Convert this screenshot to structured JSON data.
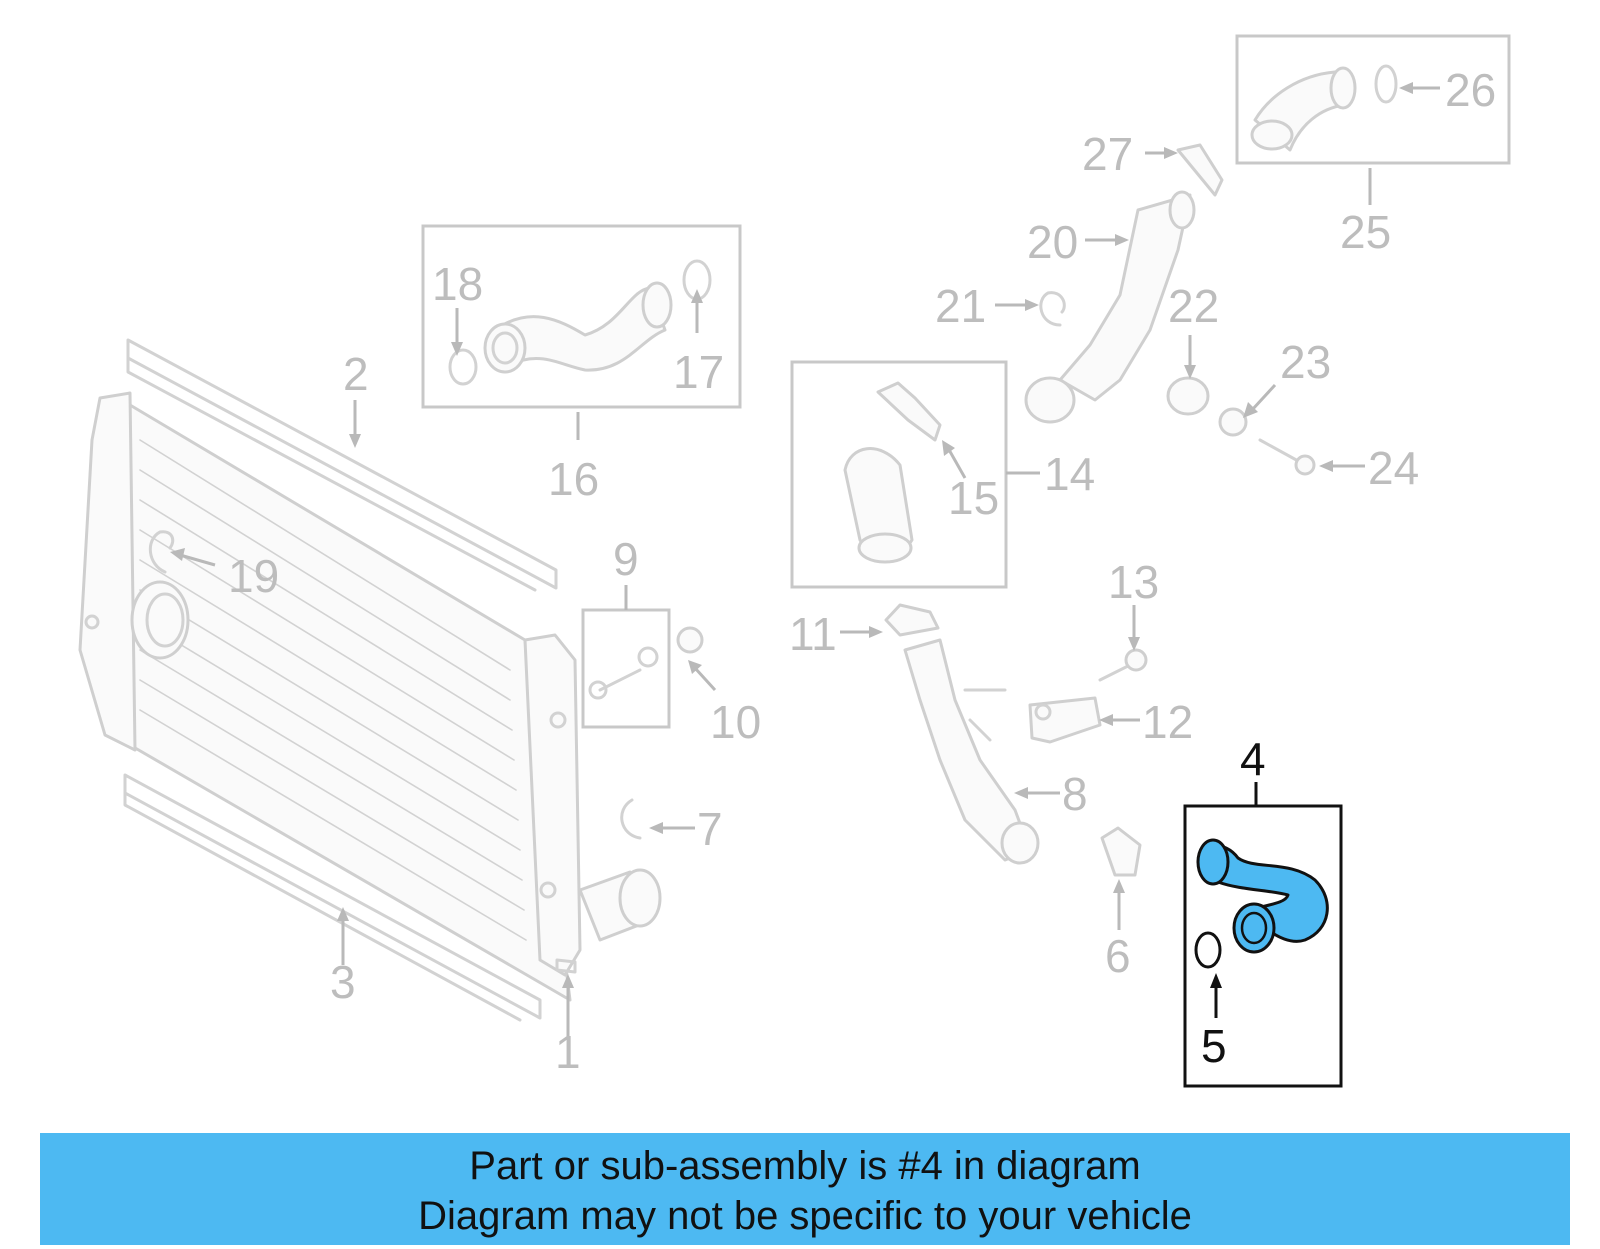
{
  "callouts": [
    "1",
    "2",
    "3",
    "4",
    "5",
    "6",
    "7",
    "8",
    "9",
    "10",
    "11",
    "12",
    "13",
    "14",
    "15",
    "16",
    "17",
    "18",
    "19",
    "20",
    "21",
    "22",
    "23",
    "24",
    "25",
    "26",
    "27"
  ],
  "highlight": {
    "part_number": "4",
    "color": "#4db9f2"
  },
  "banner": {
    "line1": "Part or sub-assembly is #4 in diagram",
    "line2": "Diagram may not be specific to your vehicle",
    "background": "#4db9f2"
  }
}
